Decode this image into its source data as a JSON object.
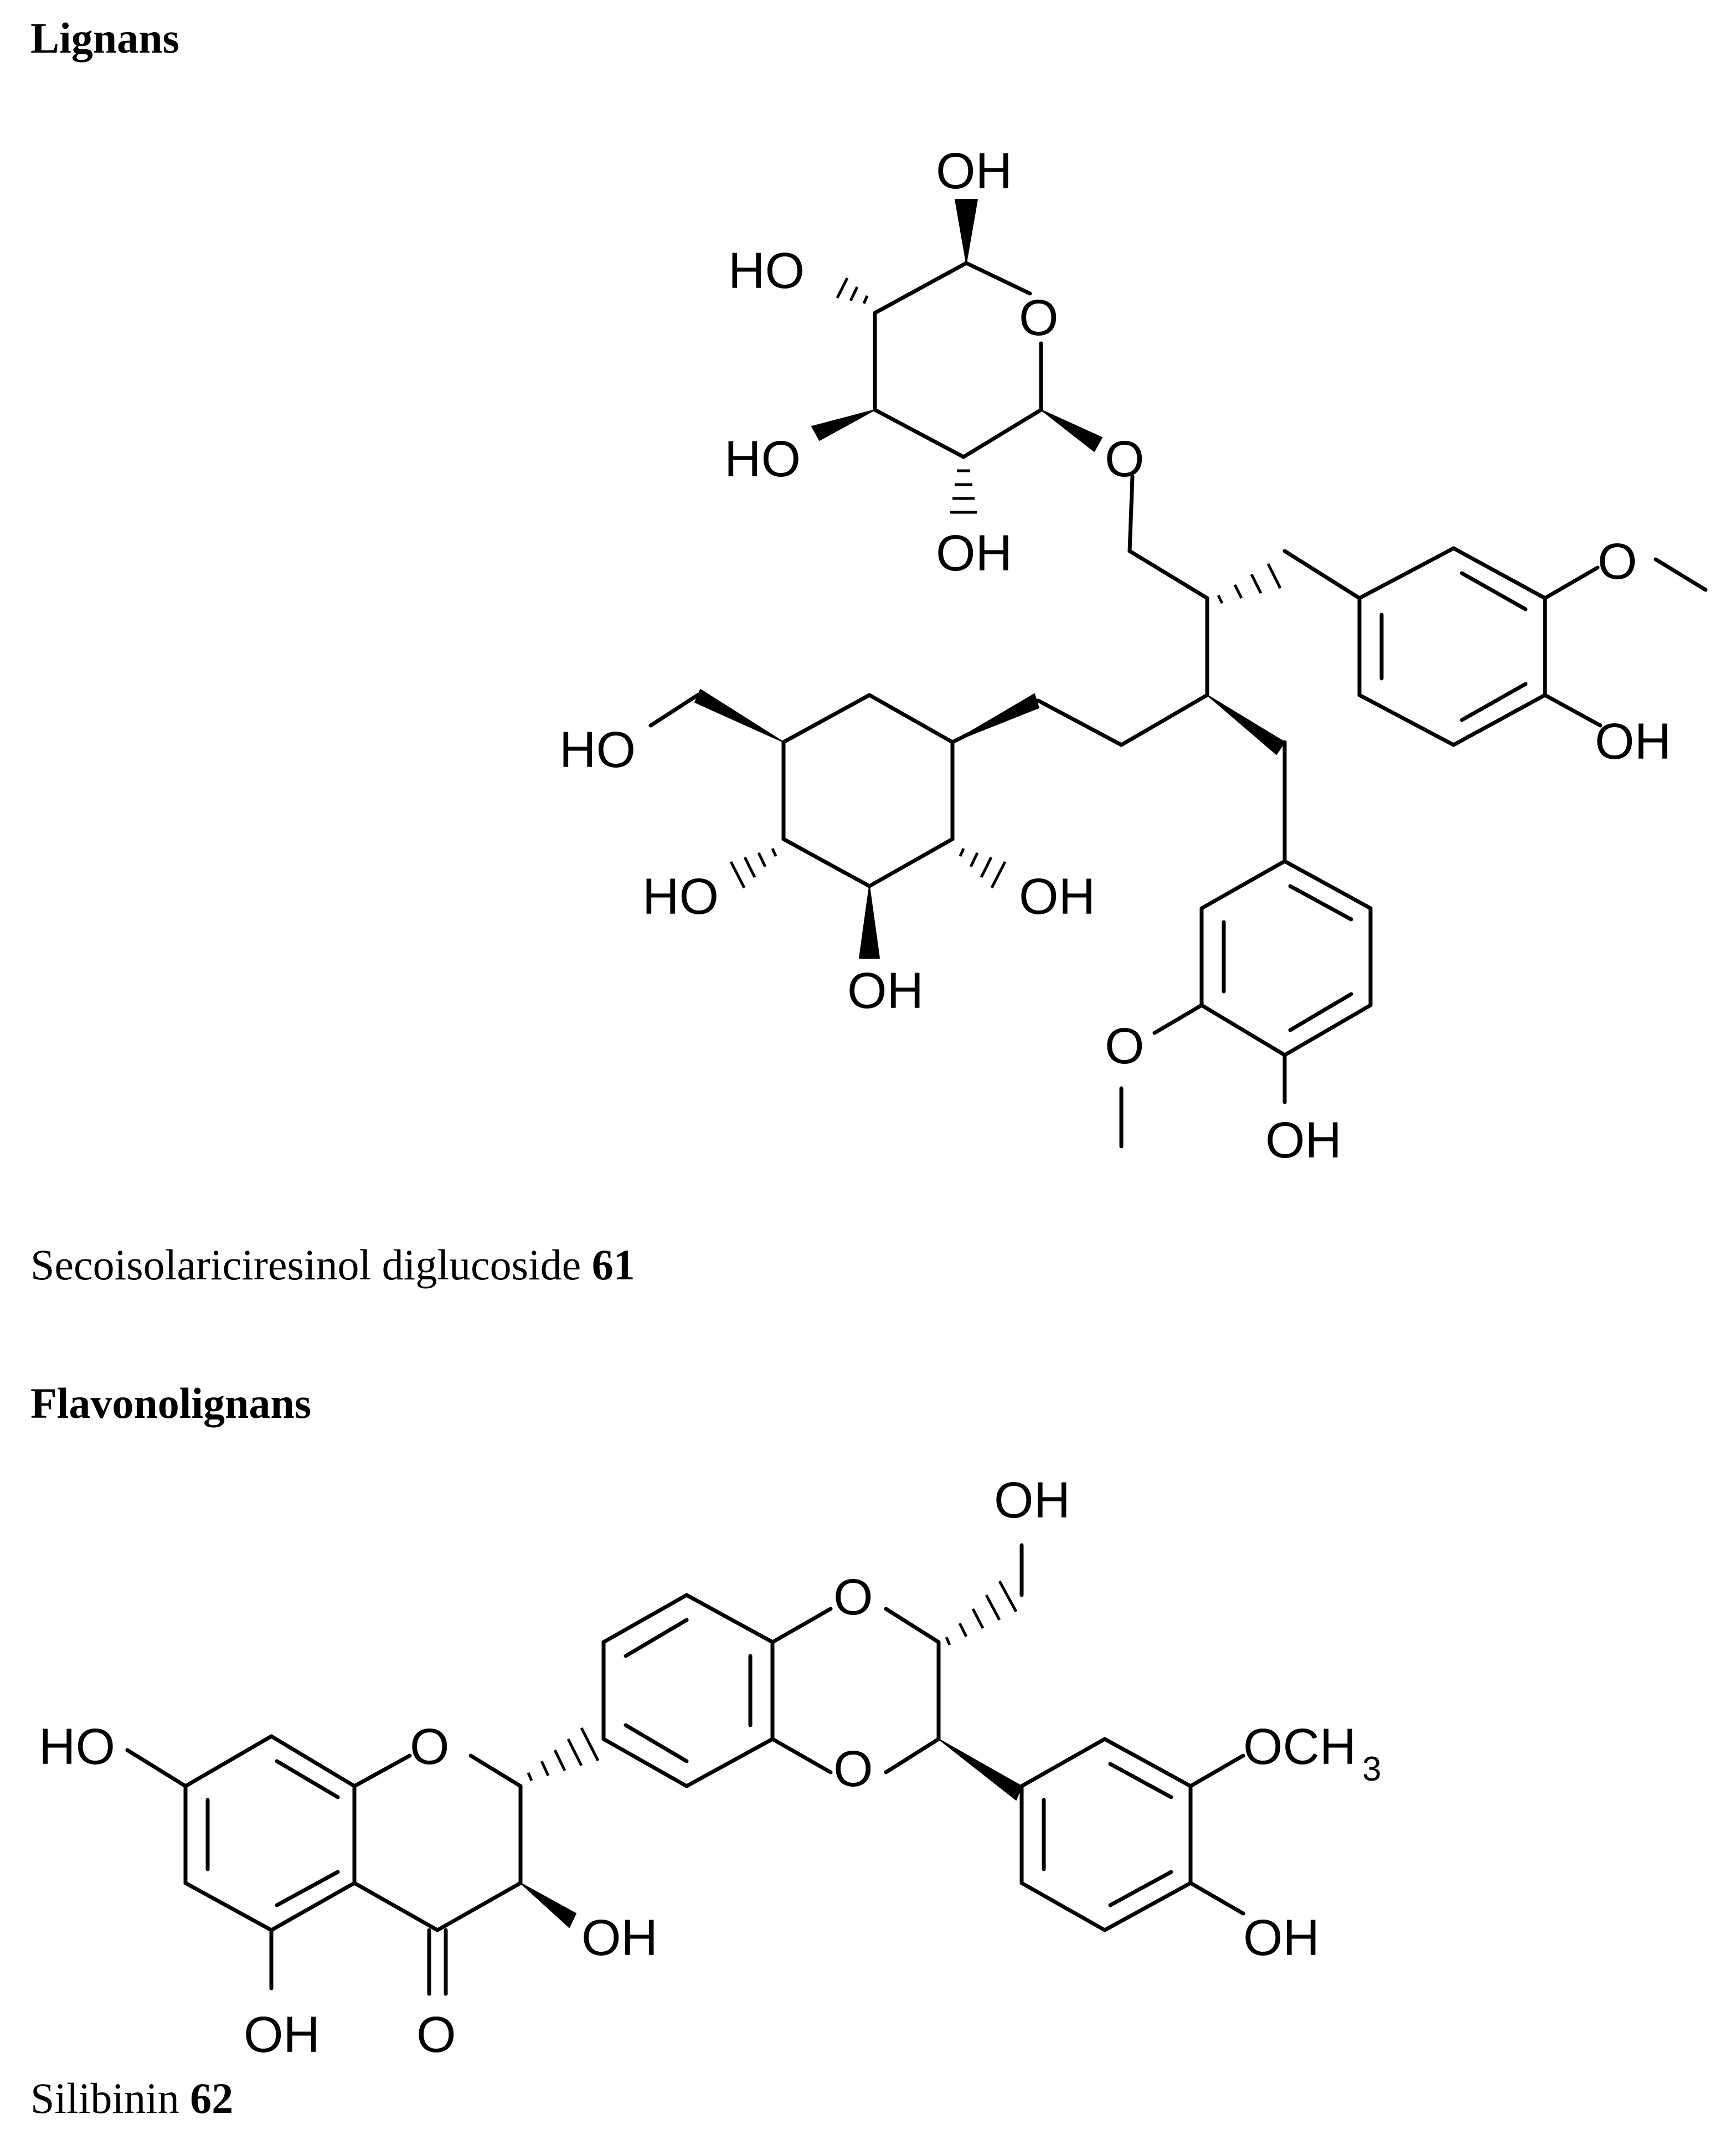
{
  "sections": [
    {
      "title": "Lignans",
      "compound": {
        "name": "Secoisolariciresinol diglucoside",
        "number": "61"
      }
    },
    {
      "title": "Flavonolignans",
      "compound": {
        "name": "Silibinin",
        "number": "62"
      }
    }
  ],
  "atom_labels": {
    "oh": "OH",
    "ho": "HO",
    "o": "O",
    "och": "OCH",
    "sub3": "3"
  }
}
